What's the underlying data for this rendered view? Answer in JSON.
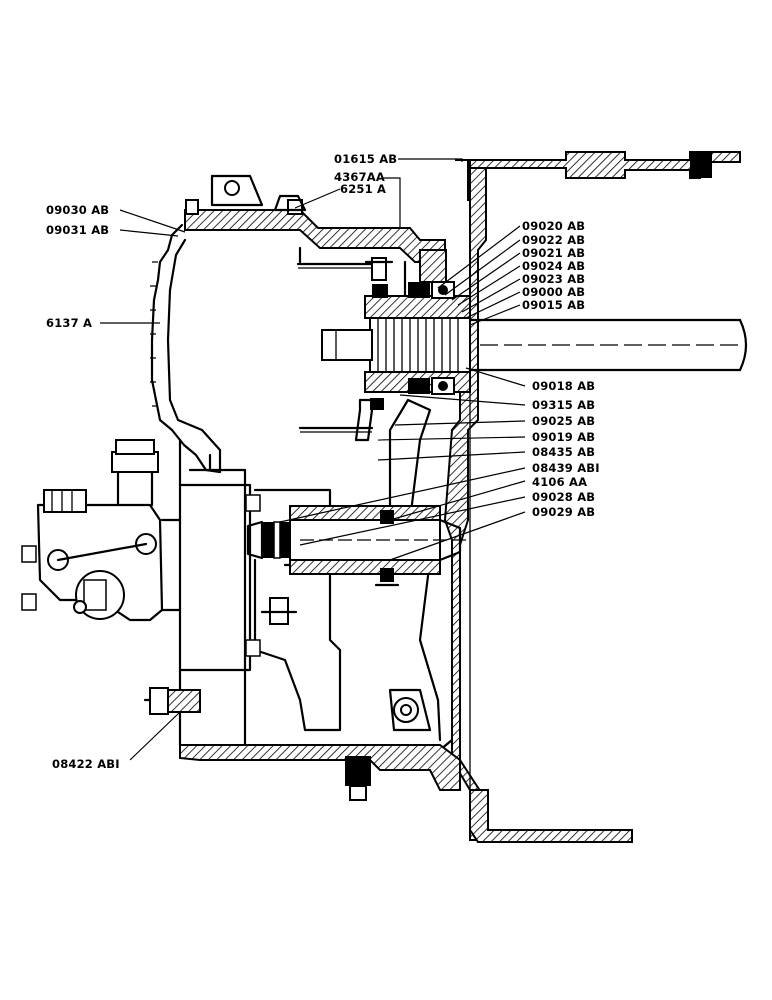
{
  "labels": {
    "l01615": "01615 AB",
    "l4367": "4367AA",
    "l6251": "6251 A",
    "l09030": "09030 AB",
    "l09031": "09031 AB",
    "l6137": "6137 A",
    "l09020": "09020 AB",
    "l09022": "09022 AB",
    "l09021": "09021 AB",
    "l09024": "09024 AB",
    "l09023": "09023 AB",
    "l09000": "09000 AB",
    "l09015": "09015 AB",
    "l09018": "09018 AB",
    "l09315": "09315 AB",
    "l09025": "09025 AB",
    "l09019": "09019 AB",
    "l08435": "08435 AB",
    "l08439": "08439 ABI",
    "l4106": "4106 AA",
    "l09028": "09028 AB",
    "l09029": "09029 AB",
    "l08422": "08422 ABI"
  }
}
